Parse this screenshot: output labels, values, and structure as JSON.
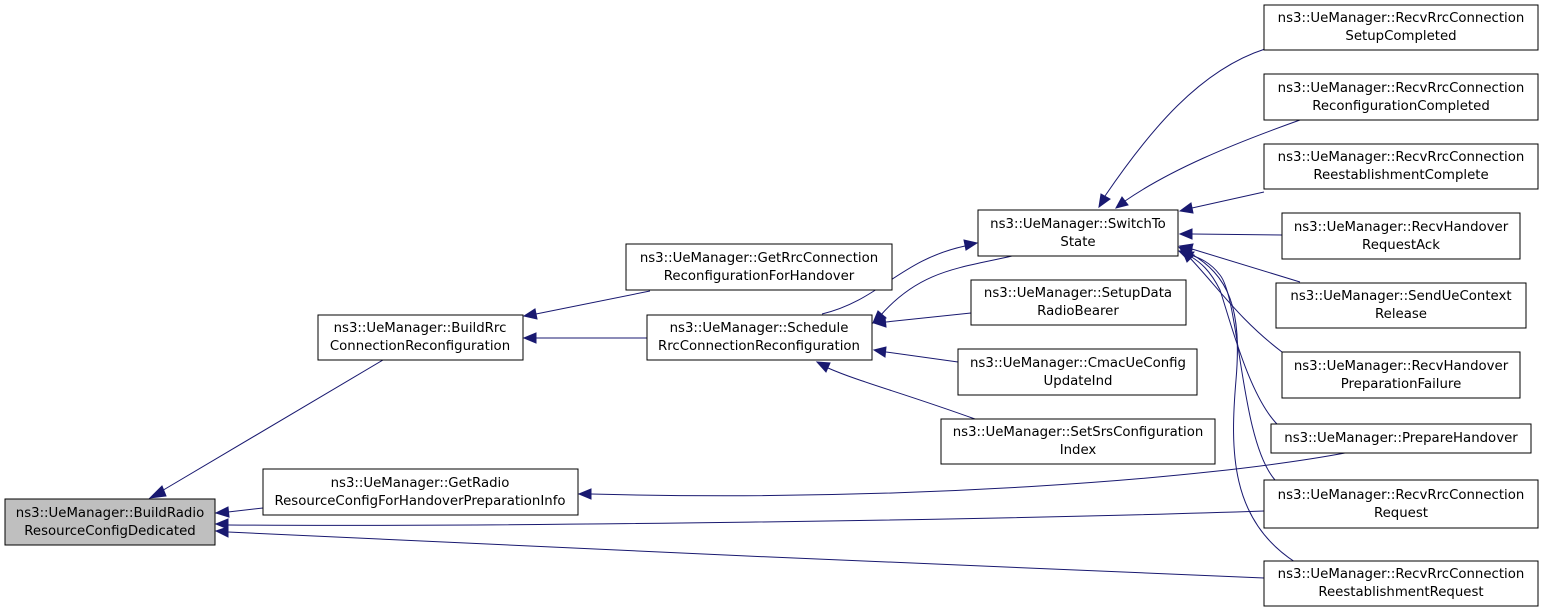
{
  "nodes": {
    "build_radio": {
      "line1": "ns3::UeManager::BuildRadio",
      "line2": "ResourceConfigDedicated"
    },
    "build_rrc": {
      "line1": "ns3::UeManager::BuildRrc",
      "line2": "ConnectionReconfiguration"
    },
    "get_radio_ho": {
      "line1": "ns3::UeManager::GetRadio",
      "line2": "ResourceConfigForHandoverPreparationInfo"
    },
    "get_rrc_ho": {
      "line1": "ns3::UeManager::GetRrcConnection",
      "line2": "ReconfigurationForHandover"
    },
    "schedule_rrc": {
      "line1": "ns3::UeManager::Schedule",
      "line2": "RrcConnectionReconfiguration"
    },
    "switch_state": {
      "line1": "ns3::UeManager::SwitchTo",
      "line2": "State"
    },
    "setup_drb": {
      "line1": "ns3::UeManager::SetupData",
      "line2": "RadioBearer"
    },
    "cmac_update": {
      "line1": "ns3::UeManager::CmacUeConfig",
      "line2": "UpdateInd"
    },
    "set_srs": {
      "line1": "ns3::UeManager::SetSrsConfiguration",
      "line2": "Index"
    },
    "recv_setup_completed": {
      "line1": "ns3::UeManager::RecvRrcConnection",
      "line2": "SetupCompleted"
    },
    "recv_reconf_completed": {
      "line1": "ns3::UeManager::RecvRrcConnection",
      "line2": "ReconfigurationCompleted"
    },
    "recv_reest_complete": {
      "line1": "ns3::UeManager::RecvRrcConnection",
      "line2": "ReestablishmentComplete"
    },
    "recv_ho_ack": {
      "line1": "ns3::UeManager::RecvHandover",
      "line2": "RequestAck"
    },
    "send_ctx_release": {
      "line1": "ns3::UeManager::SendUeContext",
      "line2": "Release"
    },
    "recv_ho_prep_fail": {
      "line1": "ns3::UeManager::RecvHandover",
      "line2": "PreparationFailure"
    },
    "prepare_ho": {
      "line1": "ns3::UeManager::PrepareHandover",
      "line2": ""
    },
    "recv_conn_request": {
      "line1": "ns3::UeManager::RecvRrcConnection",
      "line2": "Request"
    },
    "recv_reest_request": {
      "line1": "ns3::UeManager::RecvRrcConnection",
      "line2": "ReestablishmentRequest"
    }
  },
  "colors": {
    "edge": "#191970",
    "root_fill": "#bfbfbf",
    "node_fill": "#ffffff",
    "border": "#000000"
  }
}
